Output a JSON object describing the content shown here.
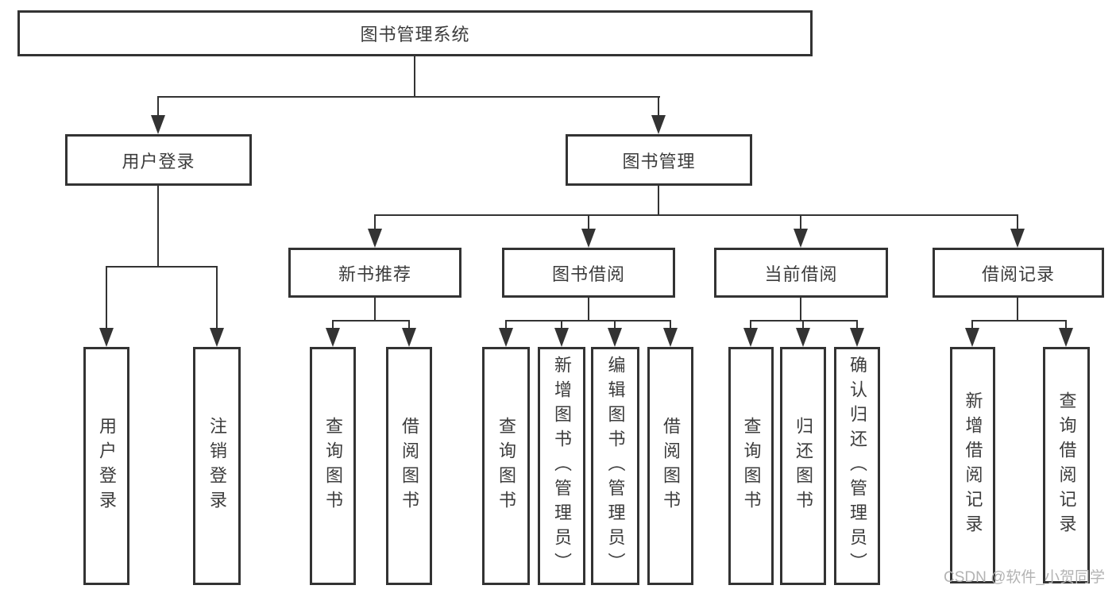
{
  "tree": {
    "root": {
      "label": "图书管理系统",
      "children": [
        {
          "label": "用户登录",
          "children": [
            {
              "label": "用户登录"
            },
            {
              "label": "注销登录"
            }
          ]
        },
        {
          "label": "图书管理",
          "children": [
            {
              "label": "新书推荐",
              "children": [
                {
                  "label": "查询图书"
                },
                {
                  "label": "借阅图书"
                }
              ]
            },
            {
              "label": "图书借阅",
              "children": [
                {
                  "label": "查询图书"
                },
                {
                  "label": "新增图书（管理员）"
                },
                {
                  "label": "编辑图书（管理员）"
                },
                {
                  "label": "借阅图书"
                }
              ]
            },
            {
              "label": "当前借阅",
              "children": [
                {
                  "label": "查询图书"
                },
                {
                  "label": "归还图书"
                },
                {
                  "label": "确认归还（管理员）"
                }
              ]
            },
            {
              "label": "借阅记录",
              "children": [
                {
                  "label": "新增借阅记录"
                },
                {
                  "label": "查询借阅记录"
                }
              ]
            }
          ]
        }
      ]
    }
  },
  "watermark": {
    "text": "CSDN @软件_小贺同学"
  },
  "colors": {
    "line": "#333333",
    "text": "#3c3c3c",
    "watermark": "#b3b3b3",
    "background": "#ffffff"
  }
}
